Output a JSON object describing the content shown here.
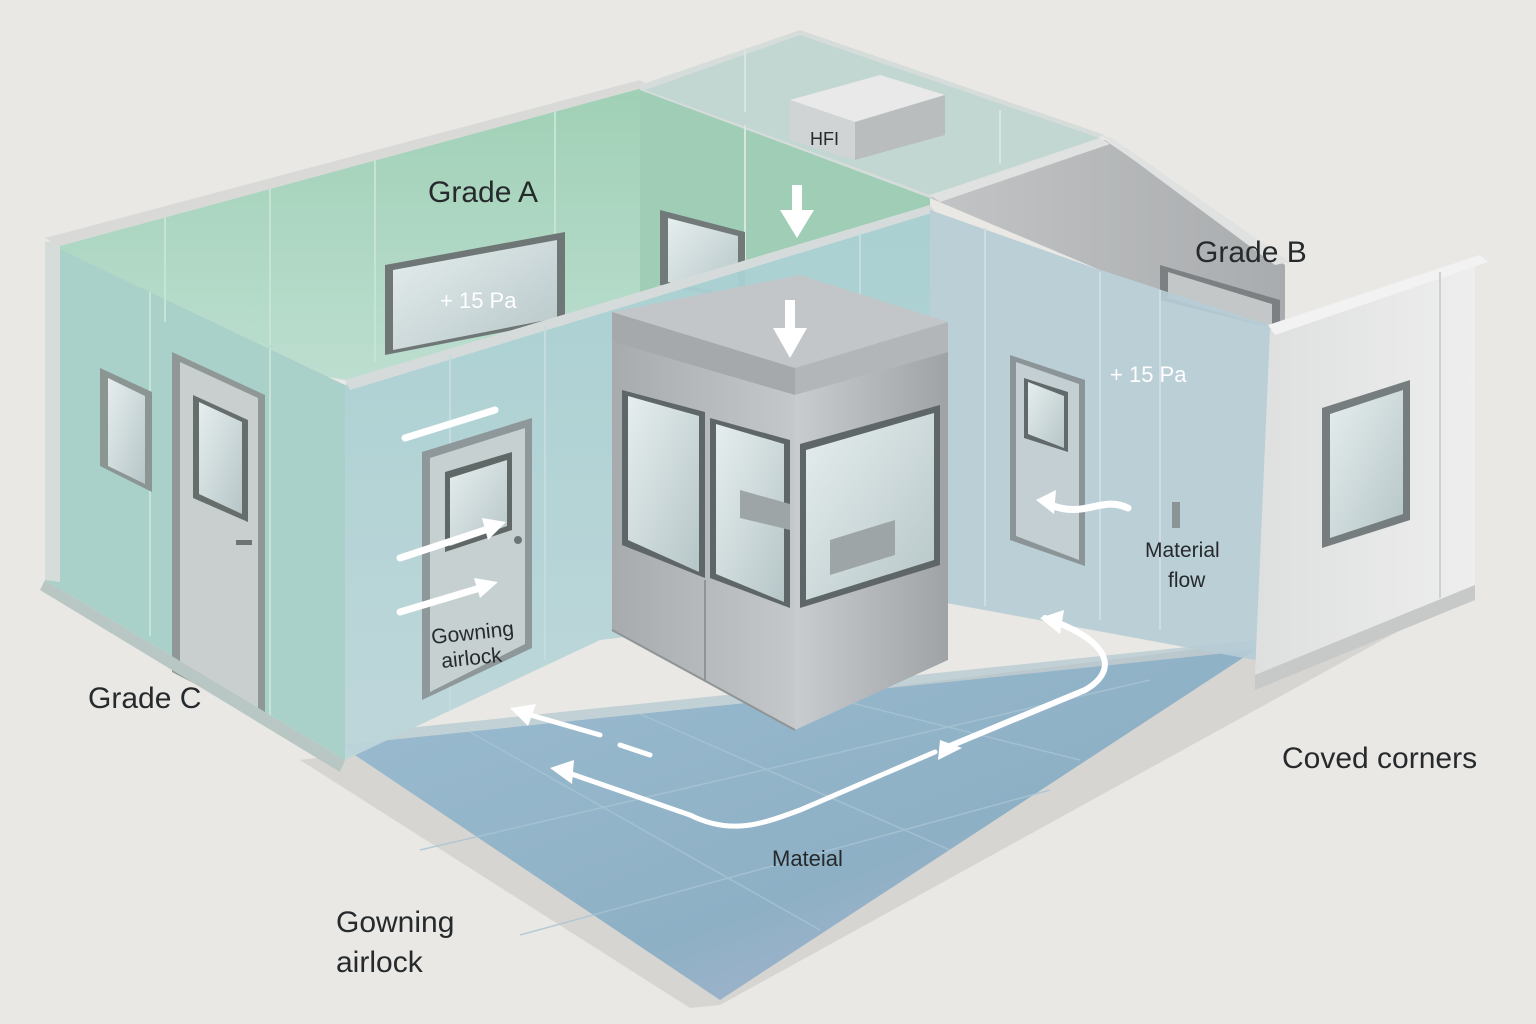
{
  "labels": {
    "grade_a": "Grade A",
    "grade_b": "Grade B",
    "grade_c": "Grade C",
    "hepa_unit": "HFI",
    "pressure_a": "+ 15 Pa",
    "pressure_b": "+ 15 Pa",
    "material_flow_line1": "Material",
    "material_flow_line2": "flow",
    "gowning_airlock_inner_line1": "Gowning",
    "gowning_airlock_inner_line2": "airlock",
    "floor_material": "Mateial",
    "gowning_airlock_outer_line1": "Gowning",
    "gowning_airlock_outer_line2": "airlock",
    "coved_corners": "Coved corners"
  },
  "colors": {
    "background": "#e9e8e4",
    "grade_a_zone": "#a9d3bd",
    "grade_b_zone": "#b9bbbc",
    "grade_c_zone": "#b5cfd2",
    "floor": "#8fb1c6",
    "stainless_steel": "#b9bcbf",
    "flow_arrow": "#ffffff"
  },
  "icons": {
    "airflow_down": "down-arrow-icon",
    "airflow_side": "right-arrow-icon",
    "material_path": "dashed-path-arrow-icon"
  }
}
